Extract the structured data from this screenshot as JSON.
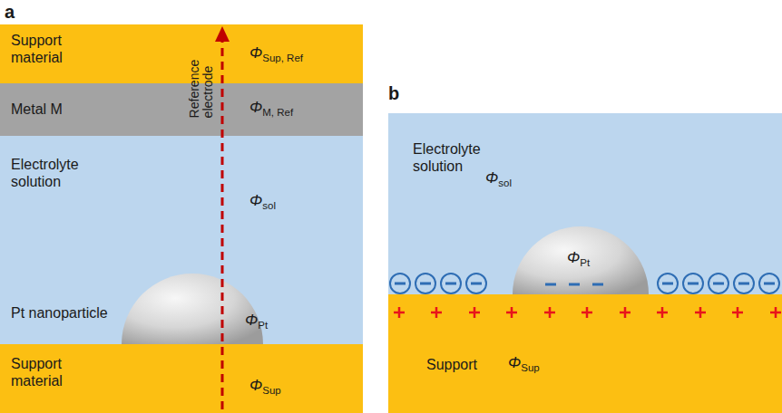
{
  "diagram": {
    "nodes": [
      {
        "text": [
          "Support material",
          "ΦSup, Ref"
        ]
      },
      {
        "text": [
          "Metal M",
          "ΦM, Ref"
        ]
      },
      {
        "text": [
          "Electrolyte solution",
          "Φsol"
        ]
      },
      {
        "text": [
          "Pt nanoparticle",
          "ΦPt"
        ],
        "in": 2
      },
      {
        "text": [
          "Support material",
          "ΦSup"
        ]
      },
      {
        "text": [
          "Electrolyte solution",
          "Φsol"
        ]
      },
      {
        "text": [
          "ΦPt"
        ],
        "in": 5
      },
      {
        "text": [
          "Support",
          "ΦSup"
        ]
      }
    ],
    "labels": [
      "a",
      "b",
      "Reference electrode"
    ]
  }
}
